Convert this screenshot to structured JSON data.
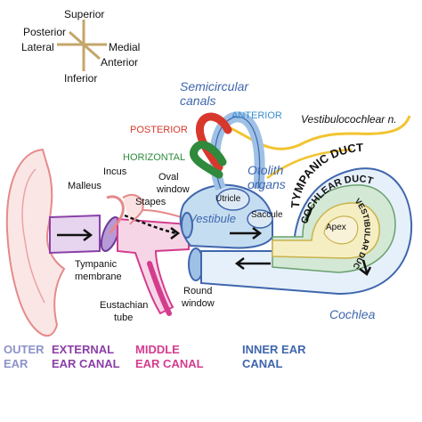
{
  "compass": {
    "superior": "Superior",
    "inferior": "Inferior",
    "posterior": "Posterior",
    "anterior": "Anterior",
    "lateral": "Lateral",
    "medial": "Medial"
  },
  "labels": {
    "semicircular_canals_1": "Semicircular",
    "semicircular_canals_2": "canals",
    "anterior": "ANTERIOR",
    "posterior": "POSTERIOR",
    "horizontal": "HORIZONTAL",
    "vestibulocochlear": "Vestibulocochlear n.",
    "otolith_1": "Otolith",
    "otolith_2": "organs",
    "utricle": "Utricle",
    "saccule": "Saccule",
    "vestibule": "Vestibule",
    "incus": "Incus",
    "malleus": "Malleus",
    "oval_window_1": "Oval",
    "oval_window_2": "window",
    "stapes": "Stapes",
    "tympanic_membrane_1": "Tympanic",
    "tympanic_membrane_2": "membrane",
    "eustachian_1": "Eustachian",
    "eustachian_2": "tube",
    "round_window_1": "Round",
    "round_window_2": "window",
    "tympanic_duct": "TYMPANIC DUCT",
    "cochlear_duct": "COCHLEAR DUCT",
    "vestibular_duct": "VESTIBULAR DUCT",
    "apex": "Apex",
    "cochlea": "Cochlea"
  },
  "legend": {
    "outer_1": "OUTER",
    "outer_2": "EAR",
    "external_1": "EXTERNAL",
    "external_2": "EAR CANAL",
    "middle_1": "MIDDLE",
    "middle_2": "EAR CANAL",
    "inner_1": "INNER EAR",
    "inner_2": "CANAL"
  },
  "colors": {
    "outer": "#8d93c9",
    "external": "#8b3fa8",
    "middle": "#d43c8e",
    "inner": "#3f66ad",
    "posterior": "#d8382c",
    "horizontal": "#2f8a3c",
    "anterior_text": "#3a8fd0",
    "inner_fill": "#c5ddf0",
    "nerve": "#f2c430"
  }
}
